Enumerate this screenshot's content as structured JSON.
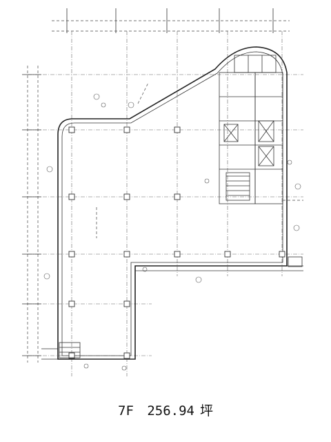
{
  "caption": {
    "floor": "7F",
    "area": "256.94",
    "unit": "坪"
  },
  "icons": {
    "plan": "floor-plan-drawing"
  }
}
